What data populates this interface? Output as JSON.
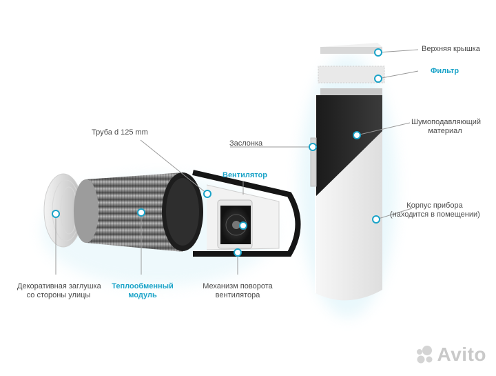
{
  "labels": {
    "top_cover": "Верхняя крышка",
    "filter": "Фильтр",
    "sound_material": [
      "Шумоподавляющий",
      "материал"
    ],
    "damper": "Заслонка",
    "pipe": "Труба d 125 mm",
    "fan": "Вентилятор",
    "housing": [
      "Корпус прибора",
      "(находится в помещении)"
    ],
    "outer_cap": [
      "Декоративная заглушка",
      "со стороны улицы"
    ],
    "heat_exchanger": [
      "Теплообменный",
      "модуль"
    ],
    "fan_mechanism": [
      "Механизм поворота",
      "вентилятора"
    ]
  },
  "watermark": {
    "text": "Avito"
  },
  "colors": {
    "accent": "#1aa3c8",
    "text": "#4a4a4a",
    "leader": "#9a9a9a",
    "dot_ring": "#1aa3c8"
  }
}
